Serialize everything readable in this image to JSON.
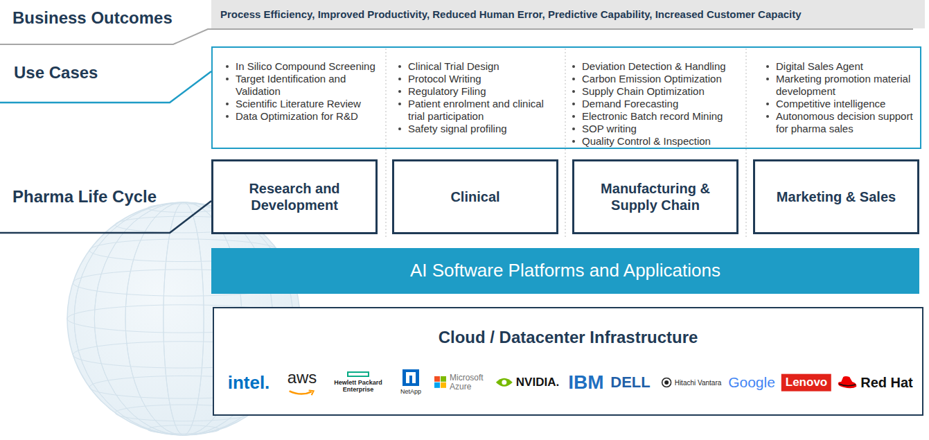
{
  "diagram": {
    "nodes": [
      {
        "text": [
          "Process Efficiency, Improved Productivity, Reduced Human Error, Predictive Capability, Increased Customer Capacity"
        ]
      },
      {
        "text": [
          "In Silico Compound Screening",
          "Target Identification and Validation",
          "Scientific Literature Review",
          "Data Optimization for R&D",
          "Clinical Trial Design",
          "Protocol Writing",
          "Regulatory Filing",
          "Patient enrolment and clinical trial participation",
          "Safety signal profiling",
          "Deviation Detection & Handling",
          "Carbon Emission Optimization",
          "Supply Chain Optimization",
          "Demand Forecasting",
          "Electronic Batch record Mining",
          "SOP writing",
          "Quality Control & Inspection",
          "Digital Sales Agent",
          "Marketing promotion material development",
          "Competitive intelligence",
          "Autonomous decision support for pharma sales"
        ]
      },
      {
        "text": [
          "Research and Development"
        ]
      },
      {
        "text": [
          "Clinical"
        ]
      },
      {
        "text": [
          "Manufacturing & Supply Chain"
        ]
      },
      {
        "text": [
          "Marketing & Sales"
        ]
      },
      {
        "text": [
          "AI Software Platforms and Applications"
        ]
      },
      {
        "text": [
          "Cloud / Datacenter Infrastructure",
          "intel.",
          "aws",
          "Hewlett Packard Enterprise",
          "NetApp",
          "Microsoft Azure",
          "NVIDIA.",
          "IBM",
          "DELL",
          "Hitachi Vantara",
          "Google",
          "Lenovo",
          "Red Hat"
        ]
      }
    ],
    "labels": [
      "Business Outcomes",
      "Use Cases",
      "Pharma Life Cycle"
    ]
  }
}
